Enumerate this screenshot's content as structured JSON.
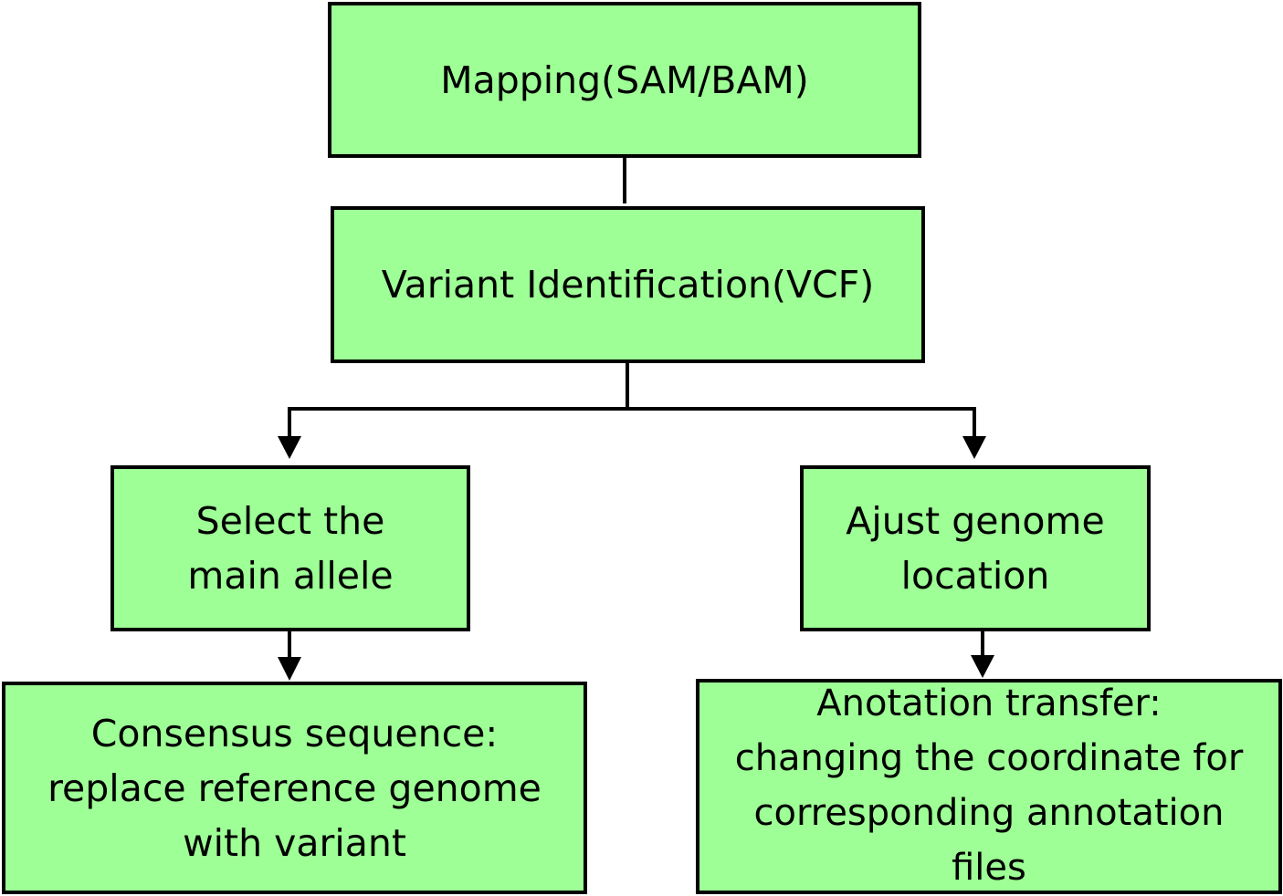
{
  "diagram": {
    "type": "flowchart",
    "colors": {
      "box_fill": "#9dff95",
      "box_border": "#000000",
      "connector": "#000000",
      "background": "#ffffff"
    },
    "nodes": {
      "mapping": {
        "lines": [
          "Mapping(SAM/BAM)"
        ]
      },
      "variant": {
        "lines": [
          "Variant Identification(VCF)"
        ]
      },
      "select": {
        "lines": [
          "Select the",
          "main allele"
        ]
      },
      "ajust": {
        "lines": [
          "Ajust genome",
          "location"
        ]
      },
      "consensus": {
        "lines": [
          "Consensus sequence:",
          "replace reference genome",
          "with variant"
        ]
      },
      "anotation": {
        "lines": [
          "Anotation transfer:",
          "changing the coordinate for",
          "corresponding annotation",
          "files"
        ]
      }
    },
    "edges": [
      {
        "from": "mapping",
        "to": "variant",
        "style": "line"
      },
      {
        "from": "variant",
        "to": "select",
        "style": "arrow"
      },
      {
        "from": "variant",
        "to": "ajust",
        "style": "arrow"
      },
      {
        "from": "select",
        "to": "consensus",
        "style": "arrow"
      },
      {
        "from": "ajust",
        "to": "anotation",
        "style": "arrow"
      }
    ]
  }
}
